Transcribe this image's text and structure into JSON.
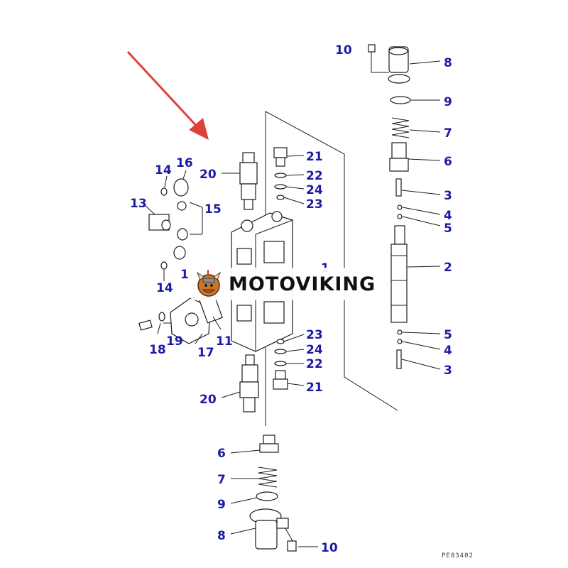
{
  "labels": {
    "l10a": "10",
    "l8a": "8",
    "l9a": "9",
    "l7a": "7",
    "l6a": "6",
    "l3a": "3",
    "l4a": "4",
    "l5a": "5",
    "l2": "2",
    "l5b": "5",
    "l4b": "4",
    "l3b": "3",
    "l21a": "21",
    "l22a": "22",
    "l24a": "24",
    "l23a": "23",
    "l20a": "20",
    "l14a": "14",
    "l16": "16",
    "l13": "13",
    "l15": "15",
    "l14b": "14",
    "l1a": "1",
    "l1b": "1",
    "l19": "19",
    "l18": "18",
    "l17": "17",
    "l11": "11",
    "l23b": "23",
    "l24b": "24",
    "l22b": "22",
    "l21b": "21",
    "l20b": "20",
    "l6b": "6",
    "l7b": "7",
    "l9b": "9",
    "l8b": "8",
    "l10b": "10"
  },
  "drawing_code": "PE83402",
  "watermark": "MOTOVIKING",
  "colors": {
    "callout": "#1a1aa6",
    "arrow": "#e0403a",
    "ink": "#1a1a1a"
  }
}
